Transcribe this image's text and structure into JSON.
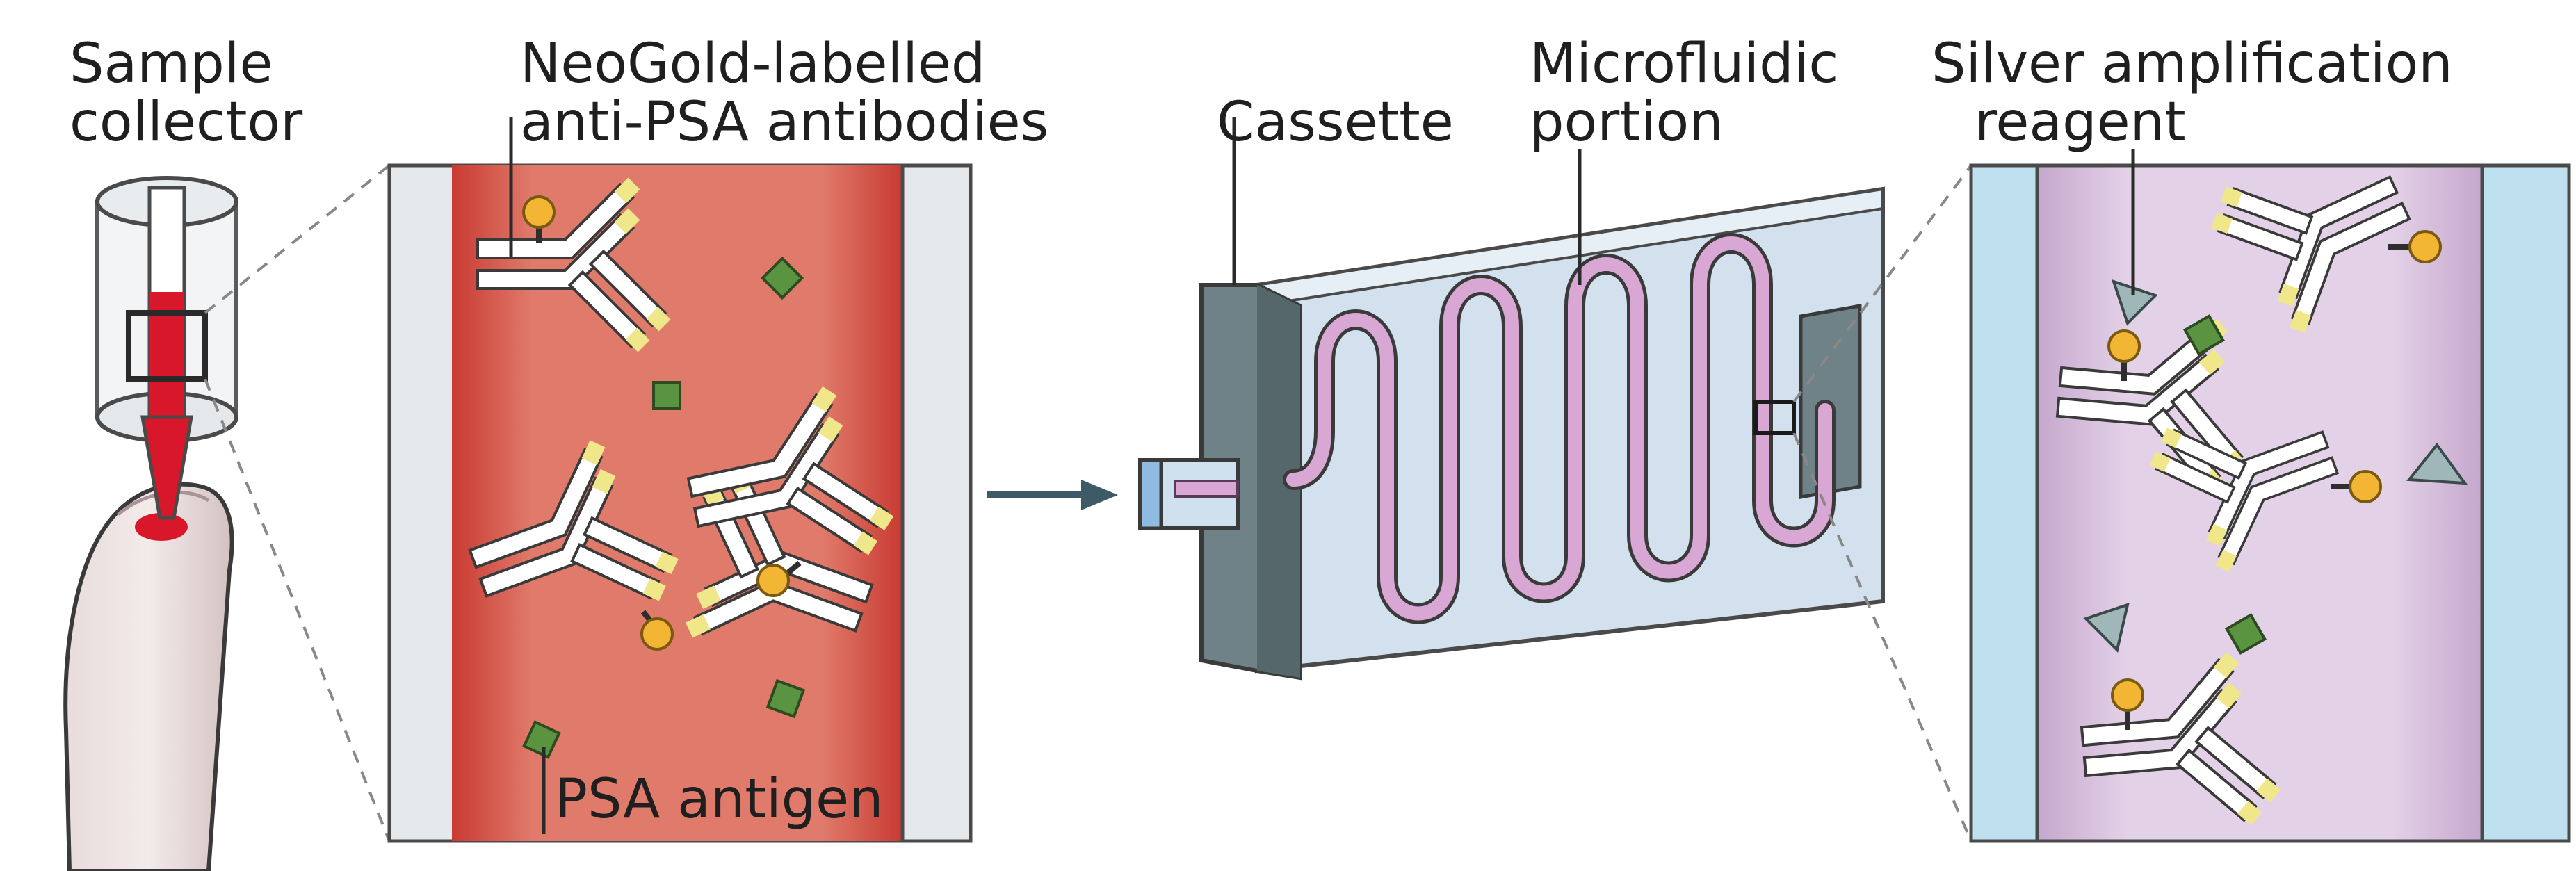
{
  "labels": {
    "sample_collector": [
      "Sample",
      "collector"
    ],
    "antibodies": [
      "NeoGold-labelled",
      "anti-PSA antibodies"
    ],
    "cassette": "Cassette",
    "microfluidic": [
      "Microfluidic",
      "portion"
    ],
    "silver": [
      "Silver amplification",
      "reagent"
    ],
    "psa_antigen": "PSA antigen"
  },
  "colors": {
    "blood": "#c93a32",
    "blood_light": "#e07b6b",
    "drop": "#d8182a",
    "channel": "#d9a7d4",
    "cassette_body": "#d5e2ef",
    "cassette_dark": "#6f8287",
    "right_panel": "#e2cfe6",
    "right_edges": "#bfe1ef",
    "gold": "#f2b534",
    "antigen": "#5b9440",
    "silver_triangle": "#9fb7b8",
    "arrow": "#3e5a66"
  },
  "icons": {
    "finger": "finger-icon",
    "collector": "sample-collector-icon",
    "arrow": "arrow-right-icon",
    "antibody": "antibody-icon",
    "antigen": "antigen-icon",
    "gold": "gold-particle-icon",
    "silver": "silver-reagent-icon"
  }
}
